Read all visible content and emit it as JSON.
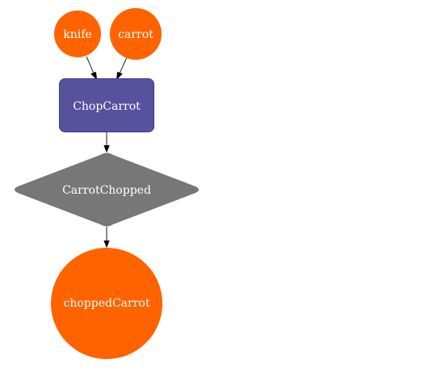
{
  "diagram": {
    "colors": {
      "input_node": "#ff6300",
      "process_node": "#56529e",
      "process_border": "#3f3b85",
      "decision_node": "#777777",
      "output_node": "#ff6300",
      "edge": "#000000",
      "label": "#ffffff"
    },
    "nodes": {
      "knife": {
        "label": "knife",
        "shape": "circle"
      },
      "carrot": {
        "label": "carrot",
        "shape": "circle"
      },
      "chop_carrot": {
        "label": "ChopCarrot",
        "shape": "rounded-rect"
      },
      "carrot_chopped": {
        "label": "CarrotChopped",
        "shape": "diamond"
      },
      "chopped_carrot": {
        "label": "choppedCarrot",
        "shape": "circle"
      }
    },
    "edges": [
      {
        "from": "knife",
        "to": "chop_carrot"
      },
      {
        "from": "carrot",
        "to": "chop_carrot"
      },
      {
        "from": "chop_carrot",
        "to": "carrot_chopped"
      },
      {
        "from": "carrot_chopped",
        "to": "chopped_carrot"
      }
    ]
  }
}
